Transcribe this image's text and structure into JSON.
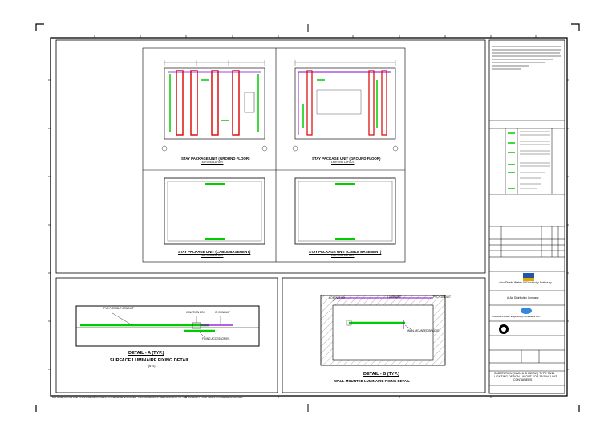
{
  "drawing": {
    "plan_titles": {
      "gf1_title": "STAY PACKAGE UNIT (GROUND FLOOR)",
      "gf1_sub": "LIGHTING LAYOUT",
      "gf2_title": "STAY PACKAGE UNIT (GROUND FLOOR)",
      "gf2_sub": "LIGHTING LAYOUT",
      "cb1_title": "STAY PACKAGE UNIT (CABLE BASEMENT)",
      "cb1_sub": "LIGHTING LAYOUT",
      "cb2_title": "STAY PACKAGE UNIT (CABLE BASEMENT)",
      "cb2_sub": "LIGHTING LAYOUT"
    },
    "detail_a": {
      "title": "DETAIL - A (TYP.)",
      "subtitle": "SURFACE LUMINAIRE FIXING DETAIL",
      "scale": "(NTS)",
      "callout1": "PVC FLEXIBLE CONDUIT",
      "callout2": "JUNCTION BOX",
      "callout3": "GI CONDUIT",
      "callout4": "FIXING ACCESSORIES"
    },
    "detail_b": {
      "title": "DETAIL - B (TYP.)",
      "subtitle": "WALL MOUNTED LUMINAIRE FIXING DETAIL",
      "callout1": "CONDUIT FIX",
      "callout2": "LUMINAIRE",
      "callout3": "PVC CONDUIT",
      "callout4": "WALL MOUNTED BRACKET"
    },
    "footer_note": "ALL DIMENSIONS ARE IN MILLIMETRES UNLESS OTHERWISE SPECIFIED. THIS DRAWING IS THE PROPERTY OF THE AUTHORITY AND SHALL NOT BE REPRODUCED."
  },
  "title_block": {
    "authority": "Abu Dhabi Water & Electricity Authority",
    "company": "Al Ain Distribution Company",
    "consultant": "Consultant Power Engineering Consultants LLC",
    "drawing_title_line1": "SUBSTATION (MAIN & SHADOW) TYPE 33/11",
    "drawing_title_line2": "LIGHTING DESIGN LAYOUT FOR 33/11kV UNIT",
    "drawing_title_line3": "CONTAINERS"
  },
  "colors": {
    "border": "#000000",
    "lighting": "#00cc00",
    "power": "#dd0000",
    "cable": "#8800cc",
    "wall": "#333333"
  }
}
